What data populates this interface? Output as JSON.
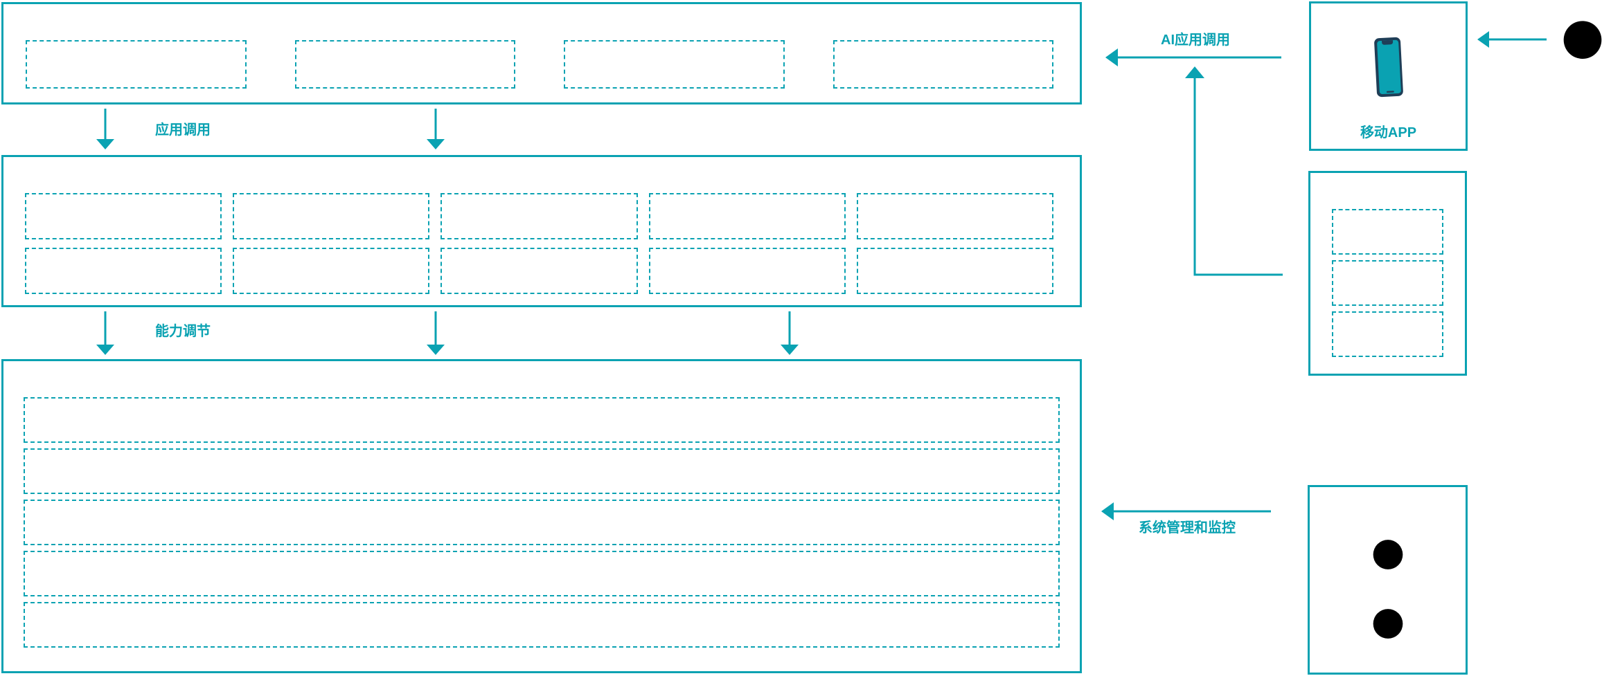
{
  "colors": {
    "accent": "#0aa2b2",
    "phone_dark": "#1f3e57",
    "background": "#ffffff"
  },
  "diagram": {
    "top_layer": {
      "name": "application-layer",
      "placeholder_count": 4
    },
    "middle_layer": {
      "name": "capability-layer",
      "placeholder_count": 10,
      "placeholder_rows": 2,
      "placeholder_cols": 5
    },
    "bottom_layer": {
      "name": "platform-layer",
      "placeholder_count": 5
    },
    "flows": {
      "app_call": "应用调用",
      "capability_tuning": "能力调节",
      "ai_app_call": "AI应用调用",
      "system_monitoring": "系统管理和监控"
    },
    "right_panel": {
      "mobile_app": {
        "label": "移动APP",
        "icon": "smartphone-icon"
      },
      "detail_box": {
        "placeholder_count": 3
      },
      "admin_box": {
        "icon_count": 2,
        "icon": "users-icon"
      },
      "end_user": {
        "icon": "users-icon"
      }
    }
  }
}
